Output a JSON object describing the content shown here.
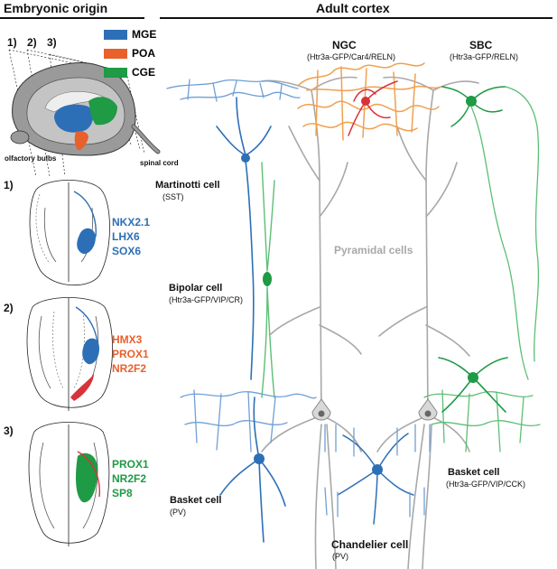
{
  "headers": {
    "left": "Embryonic origin",
    "right": "Adult cortex"
  },
  "section_numbers": [
    "1)",
    "2)",
    "3)"
  ],
  "legend": [
    {
      "label": "MGE",
      "color": "#2d6fb6"
    },
    {
      "label": "POA",
      "color": "#e8602c"
    },
    {
      "label": "CGE",
      "color": "#1f9a45"
    }
  ],
  "brain_labels": {
    "olfactory": "olfactory bulbs",
    "spinal": "spinal cord"
  },
  "panels": [
    {
      "num": "1)",
      "genes": [
        "NKX2.1",
        "LHX6",
        "SOX6"
      ],
      "color": "#2d6fb6"
    },
    {
      "num": "2)",
      "genes": [
        "HMX3",
        "PROX1",
        "NR2F2"
      ],
      "color": "#e8602c"
    },
    {
      "num": "3)",
      "genes": [
        "PROX1",
        "NR2F2",
        "SP8"
      ],
      "color": "#1f9a45"
    }
  ],
  "cells": {
    "ngc": {
      "name": "NGC",
      "markers": "(Htr3a-GFP/Car4/RELN)"
    },
    "sbc": {
      "name": "SBC",
      "markers": "(Htr3a-GFP/RELN)"
    },
    "martinotti": {
      "name": "Martinotti cell",
      "markers": "(SST)"
    },
    "bipolar": {
      "name": "Bipolar cell",
      "markers": "(Htr3a-GFP/VIP/CR)"
    },
    "pyramidal": {
      "name": "Pyramidal cells"
    },
    "basket_left": {
      "name": "Basket cell",
      "markers": "(PV)"
    },
    "basket_right": {
      "name": "Basket cell",
      "markers": "(Htr3a-GFP/VIP/CCK)"
    },
    "chandelier": {
      "name": "Chandelier cell",
      "markers": "(PV)"
    }
  },
  "colors": {
    "mge_blue": "#2d6fb6",
    "mge_blue_light": "#6f9fd6",
    "poa_orange": "#e8602c",
    "ngc_orange": "#f0a050",
    "ngc_red": "#d8333a",
    "cge_green": "#1f9a45",
    "cge_green_light": "#5cbf75",
    "pyramidal_gray": "#a8a8a8"
  }
}
